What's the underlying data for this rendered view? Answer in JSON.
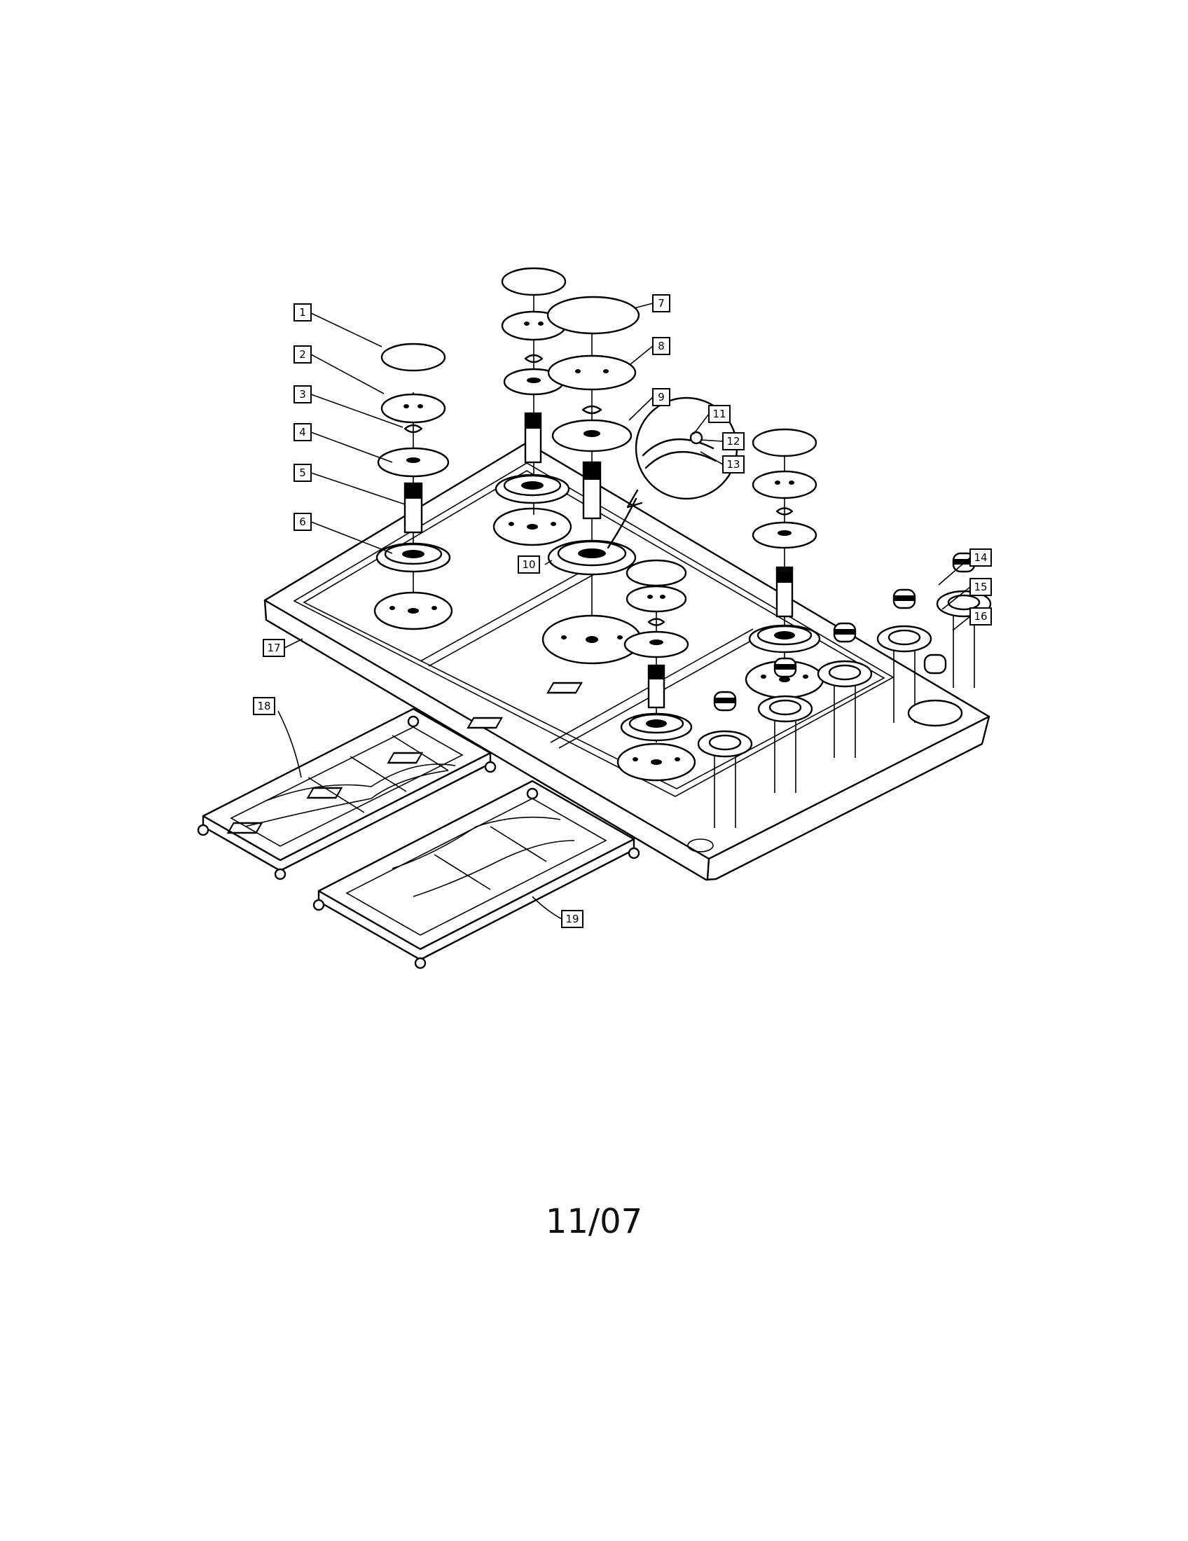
{
  "diagram": {
    "callouts": [
      "1",
      "2",
      "3",
      "4",
      "5",
      "6",
      "7",
      "8",
      "9",
      "10",
      "11",
      "12",
      "13",
      "14",
      "15",
      "16",
      "17",
      "18",
      "19"
    ]
  },
  "footer": {
    "date": "11/07"
  }
}
